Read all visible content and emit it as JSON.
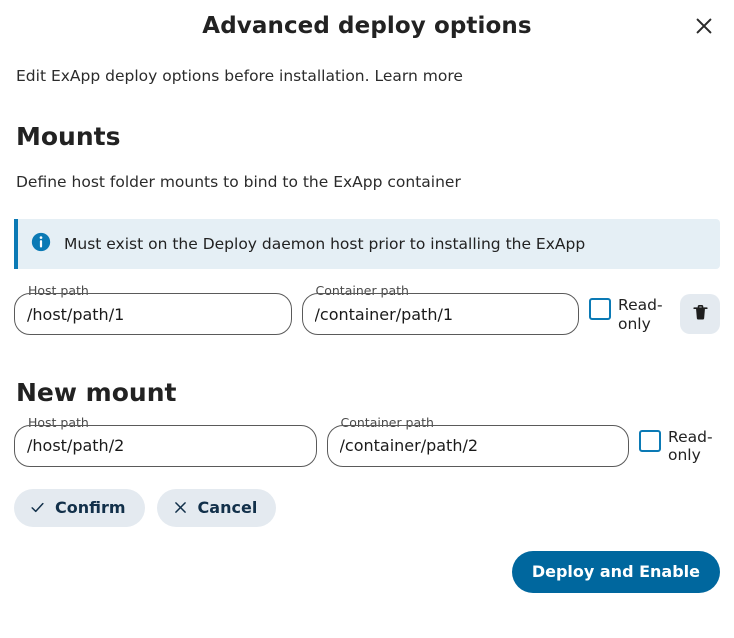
{
  "dialog": {
    "title": "Advanced deploy options",
    "close_icon": "close-icon",
    "intro": "Edit ExApp deploy options before installation. Learn more"
  },
  "mounts_section": {
    "heading": "Mounts",
    "description": "Define host folder mounts to bind to the ExApp container",
    "note": {
      "icon": "info-icon",
      "text": "Must exist on the Deploy daemon host prior to installing the ExApp"
    },
    "rows": [
      {
        "host_label": "Host path",
        "host_value": "/host/path/1",
        "container_label": "Container path",
        "container_value": "/container/path/1",
        "readonly_label": "Read-only",
        "readonly_checked": false,
        "delete_icon": "trash-icon"
      }
    ]
  },
  "new_mount_section": {
    "heading": "New mount",
    "row": {
      "host_label": "Host path",
      "host_value": "/host/path/2",
      "container_label": "Container path",
      "container_value": "/container/path/2",
      "readonly_label": "Read-only",
      "readonly_checked": false
    },
    "confirm_label": "Confirm",
    "confirm_icon": "check-icon",
    "cancel_label": "Cancel",
    "cancel_icon": "close-icon"
  },
  "footer": {
    "primary_label": "Deploy and Enable"
  },
  "colors": {
    "primary": "#00679e",
    "note_background": "#e5eff5",
    "note_border": "#0b7ab5",
    "checkbox_border": "#0b7ab5",
    "soft_button_background": "#e4eaf0",
    "soft_button_text": "#12304a",
    "text": "#222222"
  }
}
